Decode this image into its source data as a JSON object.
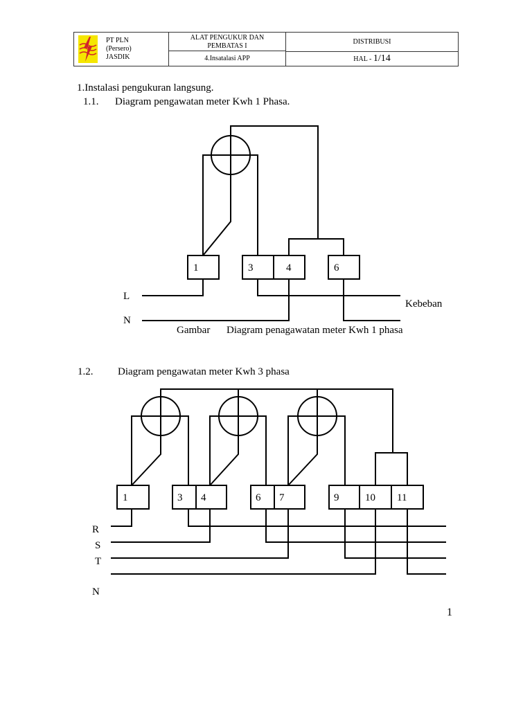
{
  "header": {
    "company_lines": [
      "PT PLN",
      "(Persero)",
      "JASDIK"
    ],
    "title_lines": [
      "ALAT PENGUKUR DAN",
      "PEMBATAS I"
    ],
    "subtitle": "4.Insatalasi APP",
    "department": "DISTRIBUSI",
    "page_prefix": "HAL - ",
    "page_number": "1/14"
  },
  "section1": {
    "heading": "1.Instalasi pengukuran langsung.",
    "sub_number": "1.1.",
    "sub_title": "Diagram pengawatan meter Kwh 1 Phasa.",
    "terminals": [
      "1",
      "3",
      "4",
      "6"
    ],
    "line_labels": [
      "L",
      "N"
    ],
    "load_label": "Kebeban",
    "caption_prefix": "Gambar",
    "caption": "Diagram penagawatan meter Kwh  1 phasa"
  },
  "section2": {
    "sub_number": "1.2.",
    "sub_title": "Diagram pengawatan meter Kwh 3 phasa",
    "terminals": [
      "1",
      "3",
      "4",
      "6",
      "7",
      "9",
      "10",
      "11"
    ],
    "line_labels": [
      "R",
      "S",
      "T",
      "N"
    ]
  },
  "footer": {
    "page_number": "1"
  },
  "colors": {
    "logo_yellow": "#f5e600",
    "logo_red": "#d2232a"
  }
}
